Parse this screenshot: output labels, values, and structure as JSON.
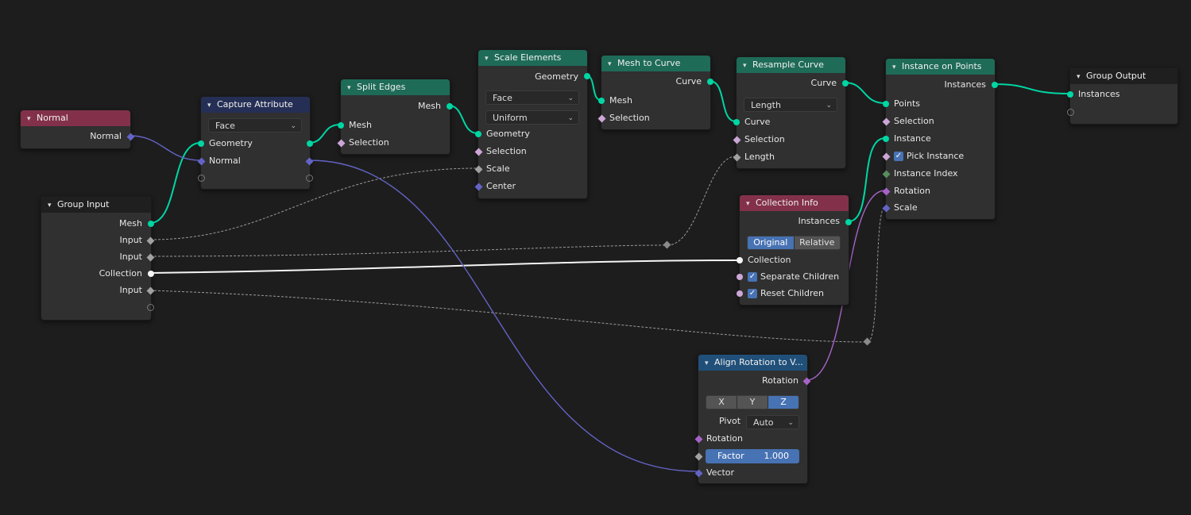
{
  "colors": {
    "background": "#1d1d1d",
    "geometry_socket": "#00d6a3",
    "vector_socket": "#6363c7",
    "float_socket": "#a1a1a1",
    "rotation_socket": "#a663c7",
    "collection_socket": "#f5f5f5",
    "attribute_header": "#83314a",
    "geometry_header": "#1e6b58",
    "converter_header": "#252f55",
    "vector_header": "#20507a",
    "accent": "#4772b3"
  },
  "nodes": {
    "normal": {
      "title": "Normal",
      "out_normal": "Normal"
    },
    "group_input": {
      "title": "Group Input",
      "mesh": "Mesh",
      "input1": "Input",
      "input2": "Input",
      "collection": "Collection",
      "input3": "Input"
    },
    "capture_attribute": {
      "title": "Capture Attribute",
      "domain": "Face",
      "geometry": "Geometry",
      "normal": "Normal"
    },
    "split_edges": {
      "title": "Split Edges",
      "out_mesh": "Mesh",
      "in_mesh": "Mesh",
      "selection": "Selection"
    },
    "scale_elements": {
      "title": "Scale Elements",
      "out_geometry": "Geometry",
      "domain": "Face",
      "mode": "Uniform",
      "geometry": "Geometry",
      "selection": "Selection",
      "scale": "Scale",
      "center": "Center"
    },
    "mesh_to_curve": {
      "title": "Mesh to Curve",
      "out_curve": "Curve",
      "mesh": "Mesh",
      "selection": "Selection"
    },
    "resample_curve": {
      "title": "Resample Curve",
      "out_curve": "Curve",
      "mode": "Length",
      "curve": "Curve",
      "selection": "Selection",
      "length": "Length"
    },
    "instance_on_points": {
      "title": "Instance on Points",
      "out_instances": "Instances",
      "points": "Points",
      "selection": "Selection",
      "instance": "Instance",
      "pick_instance": "Pick Instance",
      "instance_index": "Instance Index",
      "rotation": "Rotation",
      "scale": "Scale"
    },
    "group_output": {
      "title": "Group Output",
      "instances": "Instances"
    },
    "collection_info": {
      "title": "Collection Info",
      "out_instances": "Instances",
      "transform_options": [
        "Original",
        "Relative"
      ],
      "transform_selected": "Original",
      "collection": "Collection",
      "separate_children": "Separate Children",
      "reset_children": "Reset Children"
    },
    "align_rotation": {
      "title": "Align Rotation to V...",
      "out_rotation": "Rotation",
      "axes": [
        "X",
        "Y",
        "Z"
      ],
      "axis_selected": "Z",
      "pivot_label": "Pivot",
      "pivot_value": "Auto",
      "rotation": "Rotation",
      "factor_label": "Factor",
      "factor_value": "1.000",
      "vector": "Vector"
    }
  },
  "icons": {
    "collapse": "chevron-down-icon",
    "dropdown": "chevron-down-icon",
    "checkbox": "check-icon"
  }
}
